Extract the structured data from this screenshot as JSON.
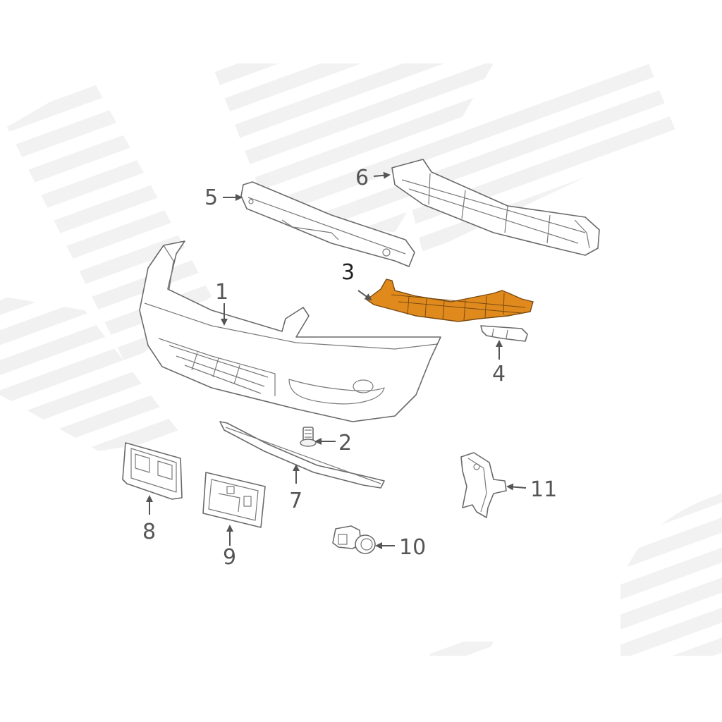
{
  "diagram": {
    "highlight_color": "#e08a1e",
    "callouts": [
      {
        "id": "1",
        "label": "1"
      },
      {
        "id": "2",
        "label": "2"
      },
      {
        "id": "3",
        "label": "3"
      },
      {
        "id": "4",
        "label": "4"
      },
      {
        "id": "5",
        "label": "5"
      },
      {
        "id": "6",
        "label": "6"
      },
      {
        "id": "7",
        "label": "7"
      },
      {
        "id": "8",
        "label": "8"
      },
      {
        "id": "9",
        "label": "9"
      },
      {
        "id": "10",
        "label": "10"
      },
      {
        "id": "11",
        "label": "11"
      }
    ]
  }
}
